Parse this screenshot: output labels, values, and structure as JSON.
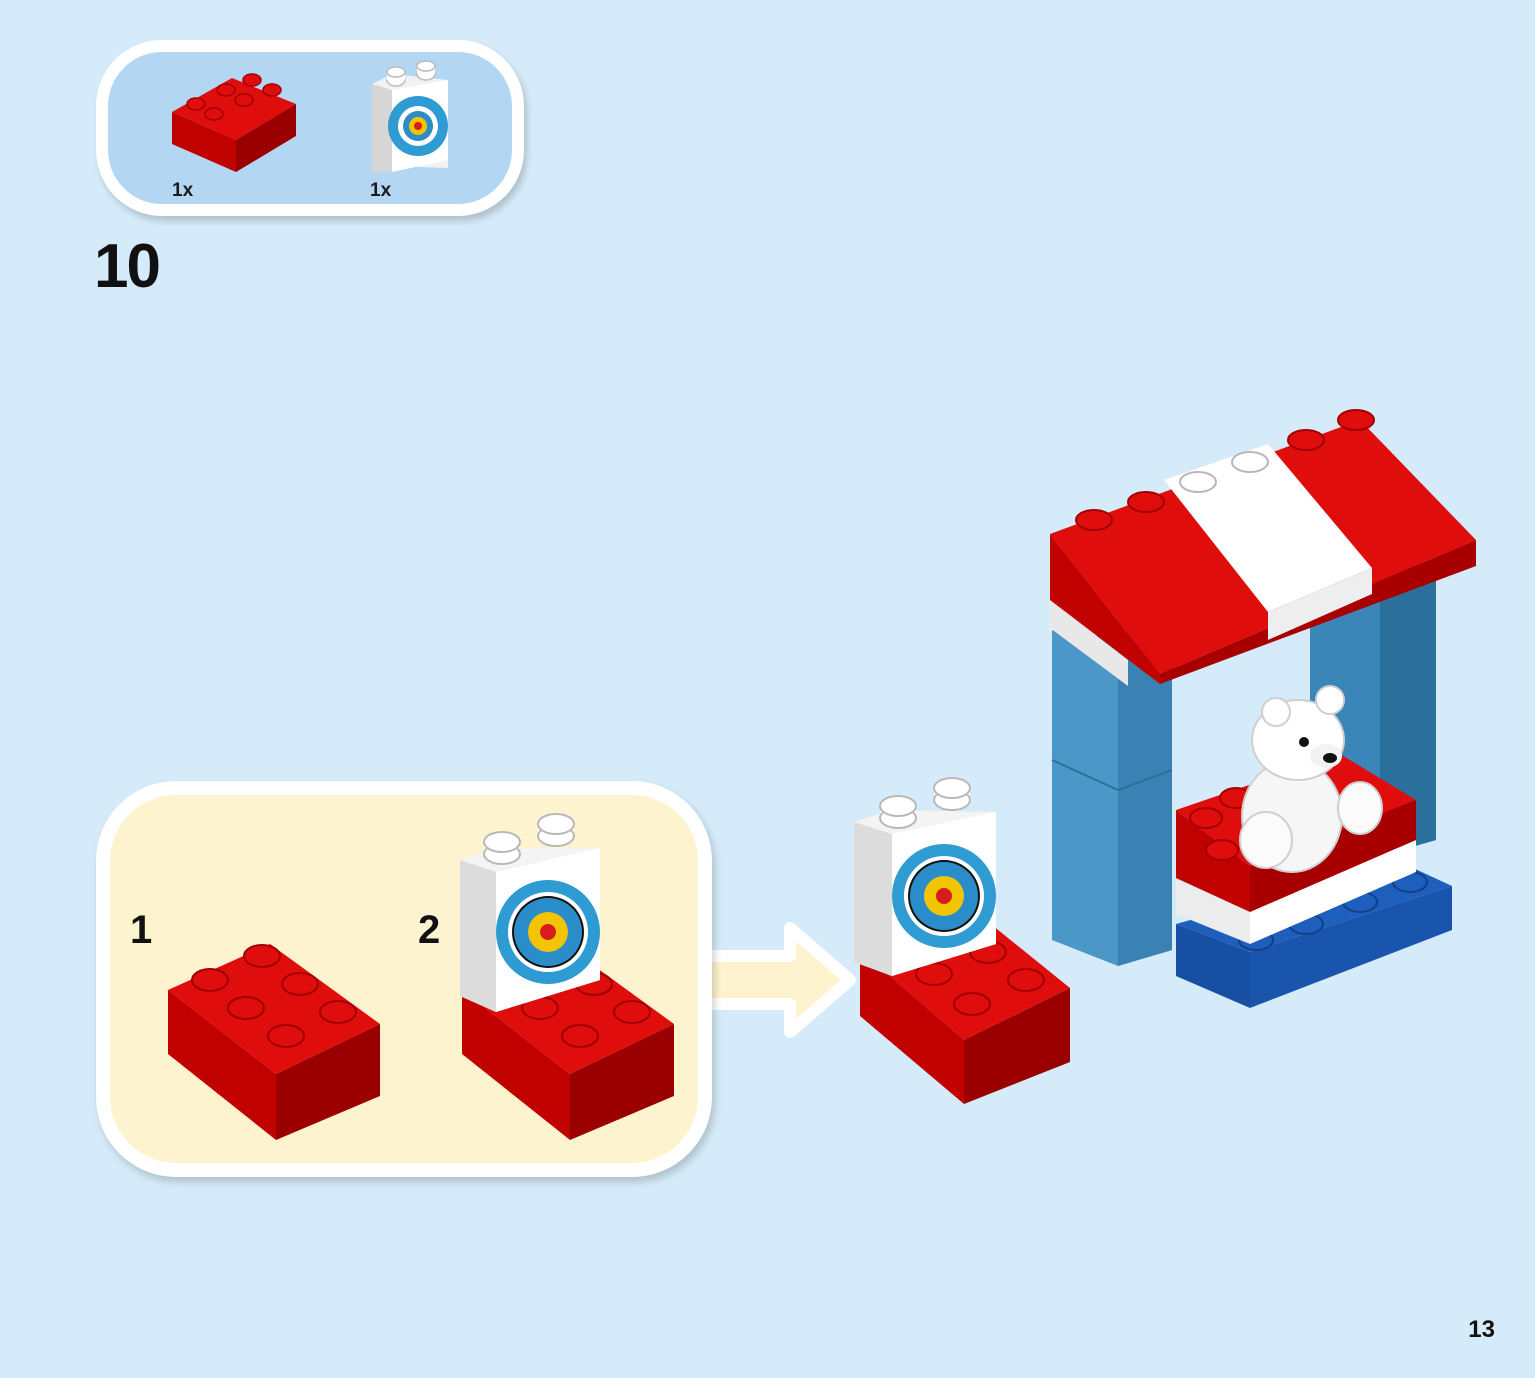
{
  "parts_list": {
    "items": [
      {
        "icon": "red-2x3-brick-icon",
        "quantity": "1x"
      },
      {
        "icon": "target-brick-icon",
        "quantity": "1x"
      }
    ]
  },
  "step": {
    "number": "10"
  },
  "sub_steps": [
    {
      "number": "1"
    },
    {
      "number": "2"
    }
  ],
  "page": {
    "number": "13"
  }
}
